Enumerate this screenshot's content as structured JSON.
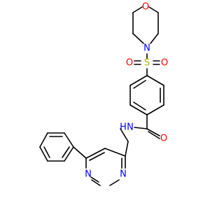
{
  "molecule": {
    "colors": {
      "bond": "#000000",
      "O": "#ff0000",
      "N": "#0000ff",
      "S": "#b2b200"
    },
    "atoms": [
      {
        "id": "O_morph",
        "label": "O",
        "element": "O"
      },
      {
        "id": "N_morph",
        "label": "N",
        "element": "N"
      },
      {
        "id": "S_sulf",
        "label": "S",
        "element": "S"
      },
      {
        "id": "O_s_left",
        "label": "O",
        "element": "O"
      },
      {
        "id": "O_s_right",
        "label": "O",
        "element": "O"
      },
      {
        "id": "O_amide",
        "label": "O",
        "element": "O"
      },
      {
        "id": "N_amide",
        "label": "N",
        "element": "N"
      },
      {
        "id": "H_amide",
        "label": "H",
        "element": "N"
      },
      {
        "id": "N_pyr1",
        "label": "N",
        "element": "N"
      },
      {
        "id": "N_pyr3",
        "label": "N",
        "element": "N"
      }
    ]
  }
}
